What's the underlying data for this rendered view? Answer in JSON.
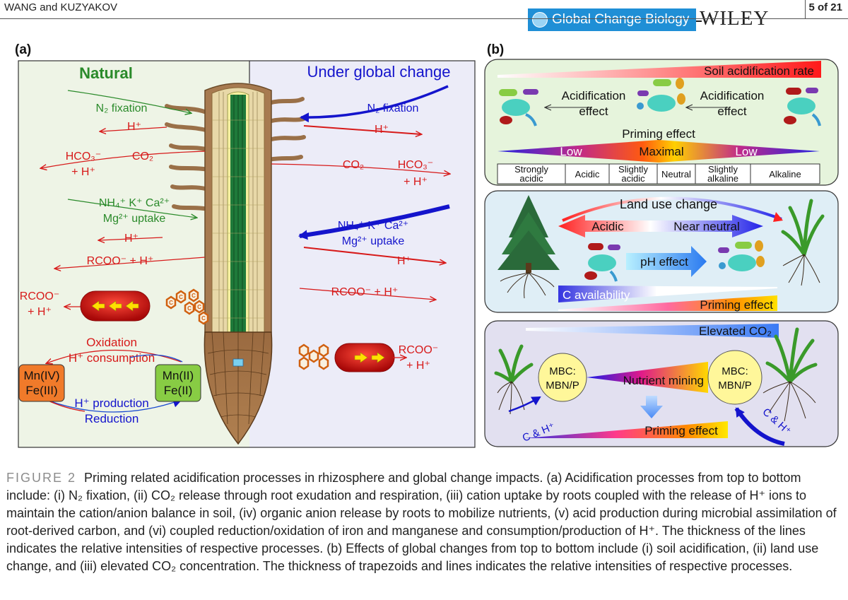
{
  "header": {
    "authors": "WANG and KUZYAKOV",
    "journal": "Global Change Biology",
    "publisher": "WILEY",
    "page": "5 of 21"
  },
  "panel_a": {
    "label": "(a)",
    "natural": "Natural",
    "global_change": "Under global change",
    "n2_fixation": "N₂ fixation",
    "hplus": "H⁺",
    "hco3": "HCO₃⁻",
    "co2": "CO₂",
    "plus_hplus": "+ H⁺",
    "cation_uptake_1": "NH₄⁺ K⁺ Ca²⁺",
    "cation_uptake_2": "Mg²⁺ uptake",
    "rcoo_h": "RCOO⁻ + H⁺",
    "rcoo": "RCOO⁻",
    "oxidation": "Oxidation",
    "h_consumption": "H⁺ consumption",
    "h_production": "H⁺ production",
    "reduction": "Reduction",
    "mn_iv": "Mn(IV)",
    "fe_iii": "Fe(III)",
    "mn_ii": "Mn(II)",
    "fe_ii": "Fe(II)",
    "hexagon_letter": "C"
  },
  "panel_b": {
    "label": "(b)",
    "soil_acidification_rate": "Soil acidification rate",
    "acidification": "Acidification",
    "effect": "effect",
    "priming_effect": "Priming effect",
    "low": "Low",
    "maximal": "Maximal",
    "ph_classes": [
      [
        "Strongly",
        "acidic"
      ],
      [
        "Acidic",
        ""
      ],
      [
        "Slightly",
        "acidic"
      ],
      [
        "Neutral",
        ""
      ],
      [
        "Slightly",
        "alkaline"
      ],
      [
        "Alkaline",
        ""
      ]
    ],
    "land_use_change": "Land use change",
    "acidic": "Acidic",
    "near_neutral": "Near neutral",
    "ph_effect": "pH effect",
    "c_availability": "C availability",
    "elevated_co2": "Elevated CO₂",
    "mbc_1": "MBC:",
    "mbn_p": "MBN/P",
    "nutrient_mining": "Nutrient mining",
    "c_and_h": "C & H⁺"
  },
  "colors": {
    "natural_bg": "#eef4e6",
    "global_bg": "#ececf8",
    "red": "#d71a1a",
    "blue": "#1414cc",
    "green": "#2a8a2a",
    "journal_blue": "#1f8fd6"
  },
  "caption": {
    "lead": "FIGURE 2",
    "text": "Priming related acidification processes in rhizosphere and global change impacts. (a) Acidification processes from top to bottom include: (i) N₂ fixation, (ii) CO₂ release through root exudation and respiration, (iii) cation uptake by roots coupled with the release of H⁺ ions to maintain the cation/anion balance in soil, (iv) organic anion release by roots to mobilize nutrients, (v) acid production during microbial assimilation of root-derived carbon, and (vi) coupled reduction/oxidation of iron and manganese and consumption/production of H⁺. The thickness of the lines indicates the relative intensities of respective processes. (b) Effects of global changes from top to bottom include (i) soil acidification, (ii) land use change, and (iii) elevated CO₂ concentration. The thickness of trapezoids and lines indicates the relative intensities of respective processes."
  }
}
